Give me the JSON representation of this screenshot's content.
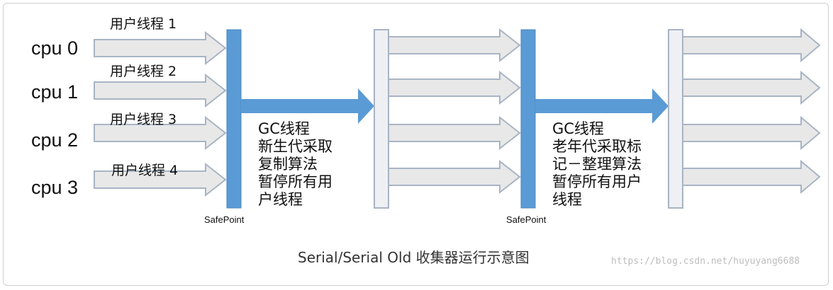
{
  "cpus": [
    "cpu 0",
    "cpu 1",
    "cpu 2",
    "cpu 3"
  ],
  "user_threads": [
    "用户线程 1",
    "用户线程 2",
    "用户线程 3",
    "用户线程 4"
  ],
  "safepoint_label": "SafePoint",
  "gc_phase_1": [
    "GC线程",
    "新生代采取",
    "复制算法",
    "暂停所有用",
    "户线程"
  ],
  "gc_phase_2": [
    "GC线程",
    "老年代采取标",
    "记－整理算法",
    "暂停所有用户",
    "线程"
  ],
  "caption": "Serial/Serial Old 收集器运行示意图",
  "watermark": "https://blog.csdn.net/huyuyang6688",
  "colors": {
    "thread_arrow_fill": "#e8e8e8",
    "thread_arrow_stroke": "#a8b4c4",
    "safepoint_bar": "#5b9bd5",
    "gc_arrow": "#5b9bd5",
    "pause_bar_fill": "#eef0f3"
  }
}
